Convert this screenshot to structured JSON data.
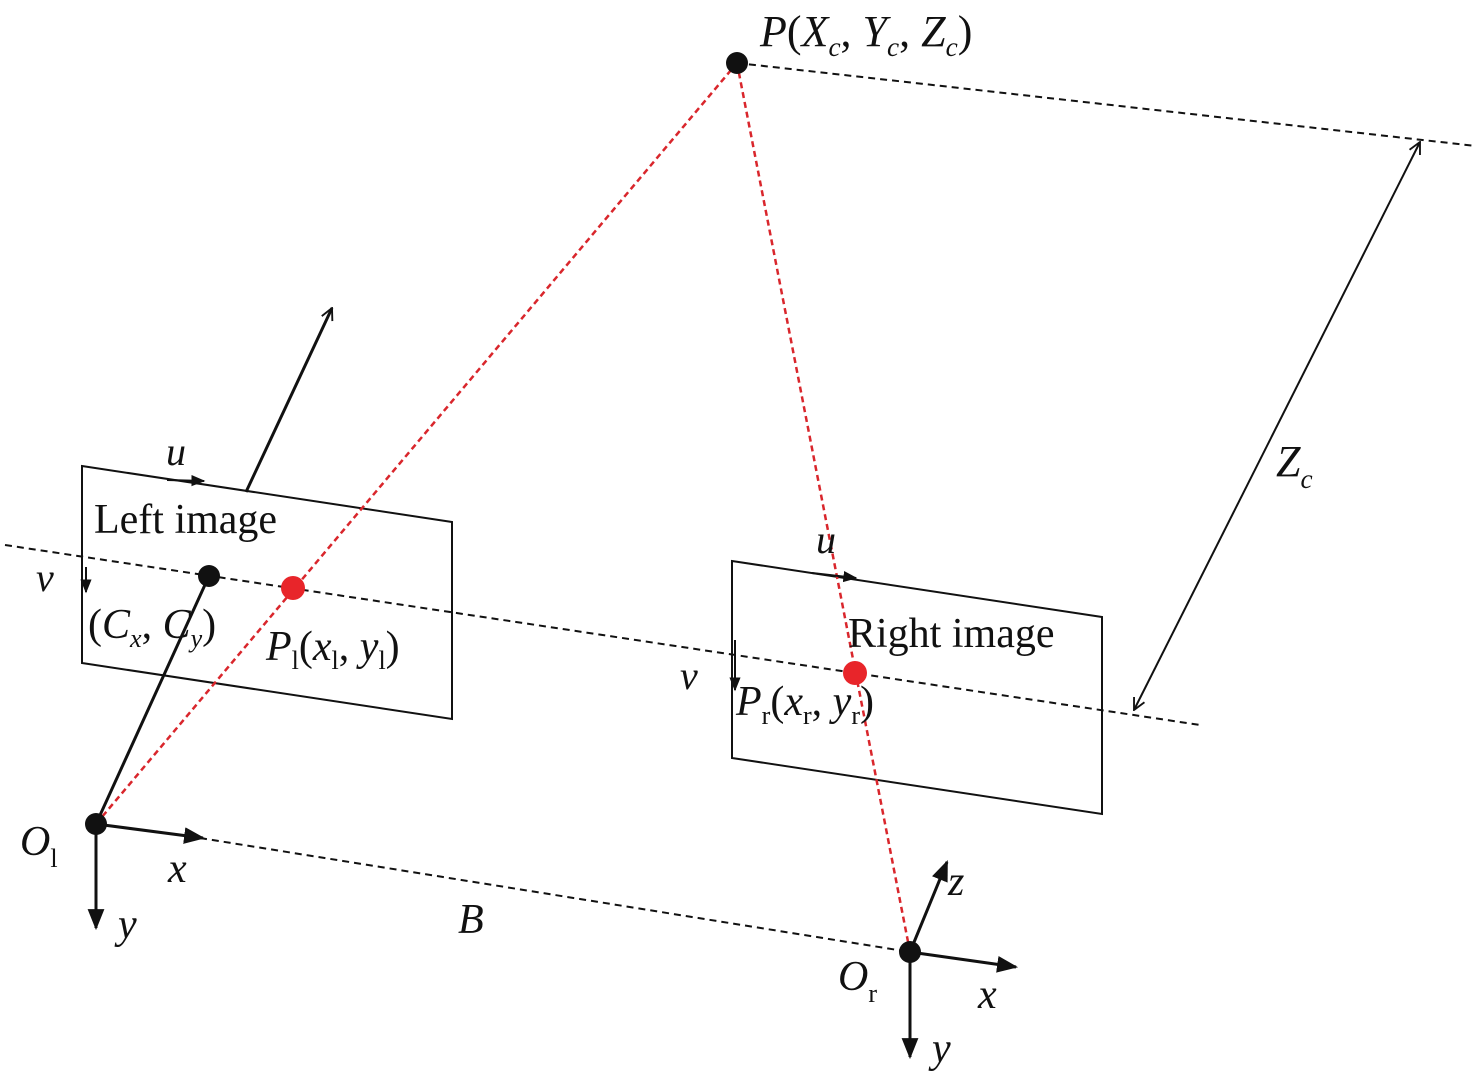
{
  "labels": {
    "point_P": {
      "name": "P",
      "open": "(",
      "X": "X",
      "X_sub": "c",
      "sep1": ", ",
      "Y": "Y",
      "Y_sub": "c",
      "sep2": ", ",
      "Z": "Z",
      "Z_sub": "c",
      "close": ")"
    },
    "left_image_title": "Left image",
    "right_image_title": "Right image",
    "left_u": "u",
    "left_v": "v",
    "right_u": "u",
    "right_v": "v",
    "principal_point": {
      "open": "(",
      "Cx": "C",
      "Cx_sub": "x",
      "sep": ", ",
      "Cy": "C",
      "Cy_sub": "y",
      "close": ")"
    },
    "point_Pl": {
      "name": "P",
      "name_sub": "l",
      "open": "(",
      "x": "x",
      "x_sub": "l",
      "sep": ", ",
      "y": "y",
      "y_sub": "l",
      "close": ")"
    },
    "point_Pr": {
      "name": "P",
      "name_sub": "r",
      "open": "(",
      "x": "x",
      "x_sub": "r",
      "sep": ", ",
      "y": "y",
      "y_sub": "r",
      "close": ")"
    },
    "origin_left": {
      "name": "O",
      "sub": "l"
    },
    "origin_right": {
      "name": "O",
      "sub": "r"
    },
    "left_x": "x",
    "left_y": "y",
    "right_x": "x",
    "right_y": "y",
    "right_z": "z",
    "baseline": "B",
    "depth": {
      "name": "Z",
      "sub": "c"
    }
  },
  "colors": {
    "line": "#111111",
    "projection_ray": "#d9262c",
    "image_point": "#e8252a",
    "background": "#ffffff"
  }
}
